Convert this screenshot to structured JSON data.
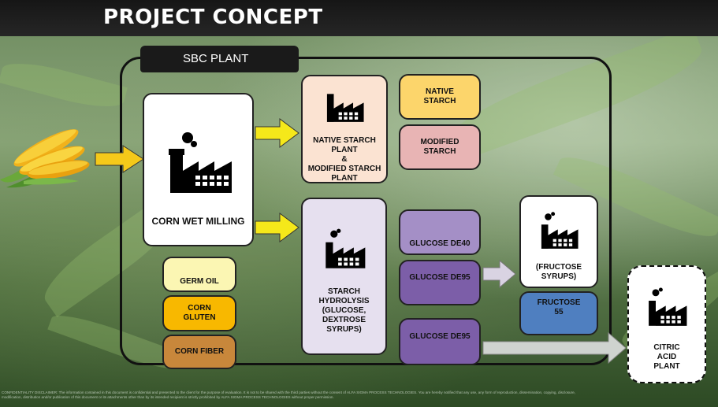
{
  "header": {
    "title": "PROJECT CONCEPT"
  },
  "plant_tab": {
    "label": "SBC PLANT"
  },
  "boxes": {
    "corn_wet_milling": "CORN WET MILLING",
    "native_starch_plant": "NATIVE STARCH\nPLANT\n&\nMODIFIED STARCH\nPLANT",
    "native_starch": "NATIVE\nSTARCH",
    "modified_starch": "MODIFIED\nSTARCH",
    "starch_hydrolysis": "STARCH\nHYDROLYSIS\n(GLUCOSE,\nDEXTROSE\nSYRUPS)",
    "glucose_de40": "GLUCOSE DE40",
    "glucose_de95_a": "GLUCOSE DE95",
    "glucose_de95_b": "GLUCOSE DE95",
    "fructose_syrups": "(FRUCTOSE\nSYRUPS)",
    "fructose_55": "FRUCTOSE\n55",
    "citric_acid_plant": "CITRIC\nACID\nPLANT",
    "germ_oil": "GERM OIL",
    "corn_gluten": "CORN\nGLUTEN",
    "corn_fiber": "CORN FIBER"
  },
  "colors": {
    "native_starch_plant": "#fbe3d2",
    "native_starch": "#fcd56b",
    "modified_starch": "#e8b4b4",
    "hydrolysis": "#e6e0ef",
    "glucose_de40": "#a48fc6",
    "glucose_de95": "#7c5ea8",
    "fructose_55": "#4f7fc0",
    "germ_oil": "#fbf6b3",
    "corn_gluten": "#f8b800",
    "corn_fiber": "#c8873b",
    "arrow_yellow": "#f5e81a",
    "arrow_gray": "#d8d8d8"
  },
  "footer": {
    "line1": "CONFIDENTIALITY DISCLAIMER: The information contained in this document is confidential and presented to the client for the purpose of evaluation. It is not to be shared with the third parties without the consent of ALFA SIGMA PROCESS TECHNOLOGIES. You are hereby notified that any use, any form of reproduction, dissemination, copying, disclosure,",
    "line2": "modification, distribution and/or publication of this document or its attachments other than by its intended recipient is strictly prohibited by ALFA SIGMA PROCESS TECHNOLOGIES without proper permission."
  }
}
